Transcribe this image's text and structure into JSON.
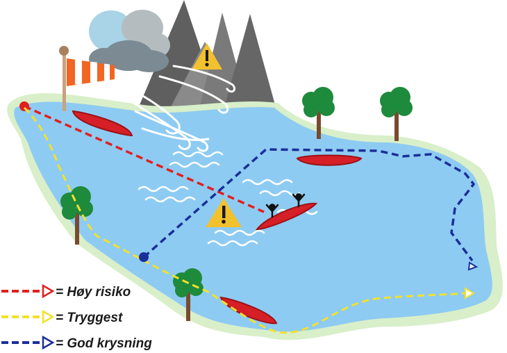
{
  "legend": [
    {
      "key": "red",
      "label": "= Høy risiko",
      "color": "#e02020"
    },
    {
      "key": "yellow",
      "label": "= Tryggest",
      "color": "#f2e12a"
    },
    {
      "key": "blue",
      "label": "= God krysning",
      "color": "#1a2f9a"
    }
  ],
  "colors": {
    "lake": "#8ecbf2",
    "shore": "#d8efc9",
    "mountain": "#6d6d6d",
    "canoe": "#d61f26",
    "warning": "#f2c12e",
    "windsock": "#f26522"
  },
  "icons": [
    "windsock-icon",
    "storm-cloud-icon",
    "mountain-icon",
    "warning-icon",
    "tree-icon",
    "canoe-icon",
    "capsized-canoe-icon",
    "wave-icon"
  ]
}
